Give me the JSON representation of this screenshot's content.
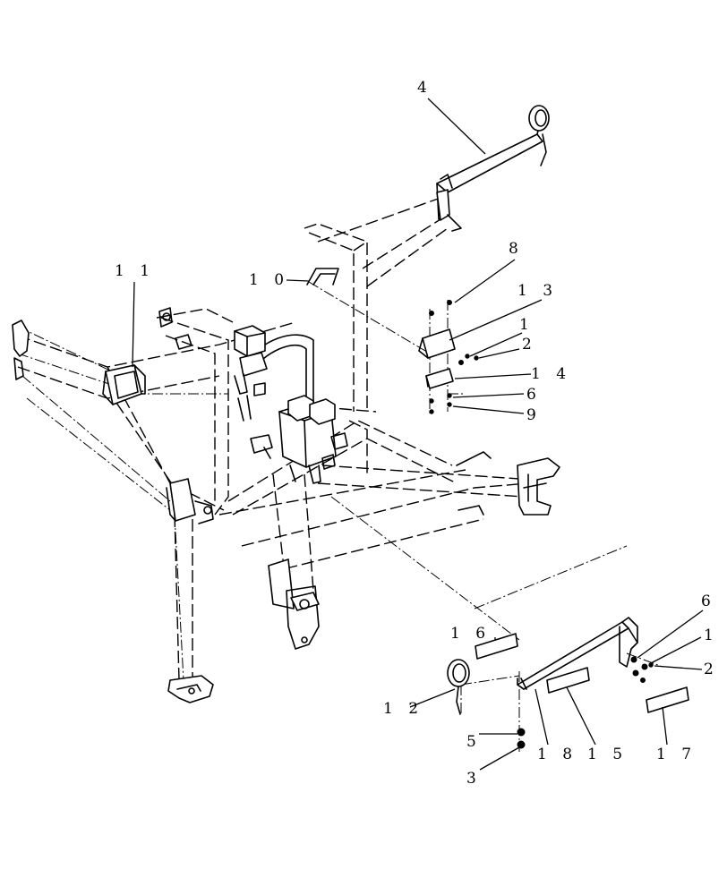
{
  "diagram": {
    "callouts": [
      "1",
      "2",
      "3",
      "4",
      "5",
      "6",
      "8",
      "9",
      "1 0",
      "1 1",
      "1 2",
      "1 3",
      "1 4",
      "1 5",
      "1 6",
      "1 7",
      "1 8"
    ],
    "repeated_callouts": {
      "1_lower": "1",
      "2_lower": "2",
      "6_lower": "6"
    }
  }
}
